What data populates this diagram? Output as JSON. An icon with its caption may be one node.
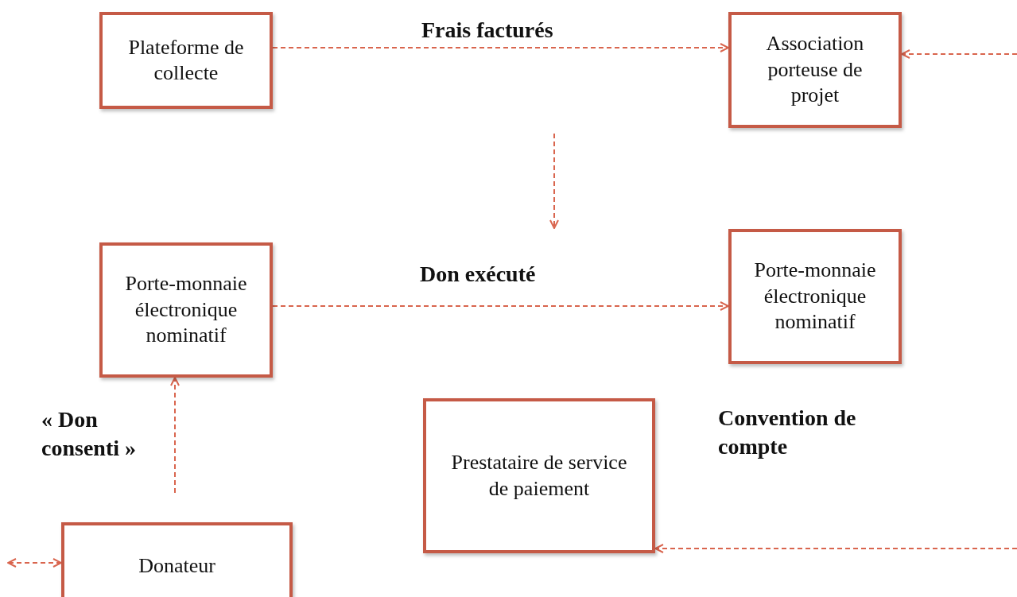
{
  "diagram": {
    "nodes": [
      {
        "text": [
          "Plateforme de collecte"
        ]
      },
      {
        "text": [
          "Association porteuse de projet"
        ]
      },
      {
        "text": [
          "Porte-monnaie électronique nominatif"
        ]
      },
      {
        "text": [
          "Porte-monnaie électronique nominatif"
        ]
      },
      {
        "text": [
          "Prestataire de service de paiement"
        ]
      },
      {
        "text": [
          "Donateur"
        ]
      }
    ],
    "edges": [
      {
        "from": 0,
        "to": 1,
        "arrow": "to",
        "style": "dashed",
        "label": "Frais facturés"
      },
      {
        "from": 2,
        "to": 3,
        "arrow": "to",
        "style": "dashed",
        "label": "Don exécuté"
      },
      {
        "from": null,
        "to": 2,
        "arrow": "to",
        "style": "dashed",
        "label": "« Don consenti »"
      },
      {
        "from": null,
        "to": 1,
        "arrow": "to",
        "style": "dashed"
      },
      {
        "from": null,
        "to": 4,
        "arrow": "to",
        "style": "dashed"
      },
      {
        "from": 5,
        "to": null,
        "arrow": "both",
        "style": "dashed"
      }
    ],
    "labels": [
      "Convention de compte"
    ]
  }
}
